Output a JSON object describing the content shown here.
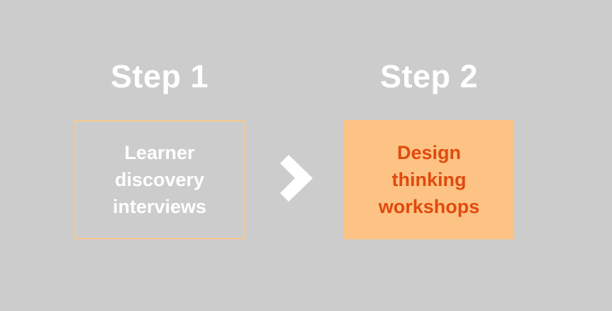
{
  "steps": [
    {
      "title": "Step 1",
      "text": "Learner\ndiscovery\ninterviews"
    },
    {
      "title": "Step 2",
      "text": "Design\nthinking\nworkshops"
    }
  ],
  "colors": {
    "background": "#cccccc",
    "title_text": "#ffffff",
    "step1_border": "#f8c791",
    "step1_text": "#ffffff",
    "step2_fill": "#fdc384",
    "step2_text": "#e04a0e",
    "arrow": "#ffffff"
  },
  "icons": {
    "connector": "chevron-right-icon"
  }
}
